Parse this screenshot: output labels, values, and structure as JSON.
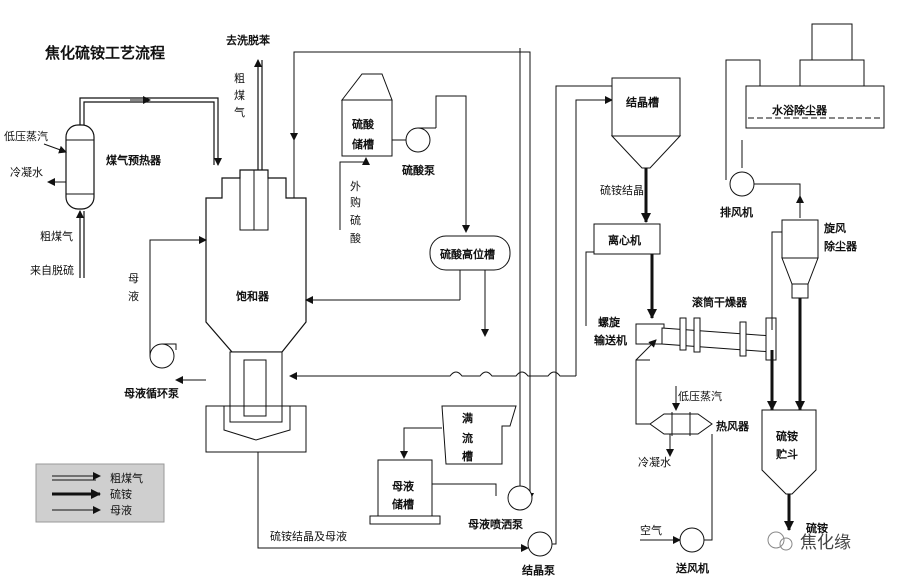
{
  "title": "焦化硫铵工艺流程",
  "labels": {
    "low_pressure_steam_left": "低压蒸汽",
    "condensate_left": "冷凝水",
    "gas_preheater": "煤气预热器",
    "crude_gas_in": "粗煤气",
    "from_desulfurization": "来自脱硫",
    "to_benzene_washing": "去洗脱苯",
    "crude_gas_vertical": "粗煤气",
    "acid_tank": "硫酸储槽",
    "acid_pump": "硫酸泵",
    "purchased_acid": "外购硫酸",
    "acid_head_tank": "硫酸高位槽",
    "saturator": "饱和器",
    "mother_liquor": "母液",
    "mother_circ_pump": "母液循环泵",
    "overflow_tank": "满流槽",
    "mother_storage": "母液储槽",
    "mother_spray_pump": "母液喷洒泵",
    "crystal_pump": "结晶泵",
    "crystal_and_mother": "硫铵结晶及母液",
    "crystallizer": "结晶槽",
    "am_crystal": "硫铵结晶",
    "centrifuge": "离心机",
    "screw_conveyor": "螺旋输送机",
    "drum_dryer": "滚筒干燥器",
    "low_pressure_steam_right": "低压蒸汽",
    "air_heater": "热风器",
    "condensate_right": "冷凝水",
    "air": "空气",
    "blower": "送风机",
    "water_bath_dust": "水浴除尘器",
    "exhaust_fan": "排风机",
    "cyclone": "旋风除尘器",
    "am_hopper": "硫铵贮斗",
    "am_product": "硫铵",
    "watermark": "焦化缘"
  },
  "legend": [
    {
      "label": "粗煤气"
    },
    {
      "label": "硫铵"
    },
    {
      "label": "母液"
    }
  ]
}
